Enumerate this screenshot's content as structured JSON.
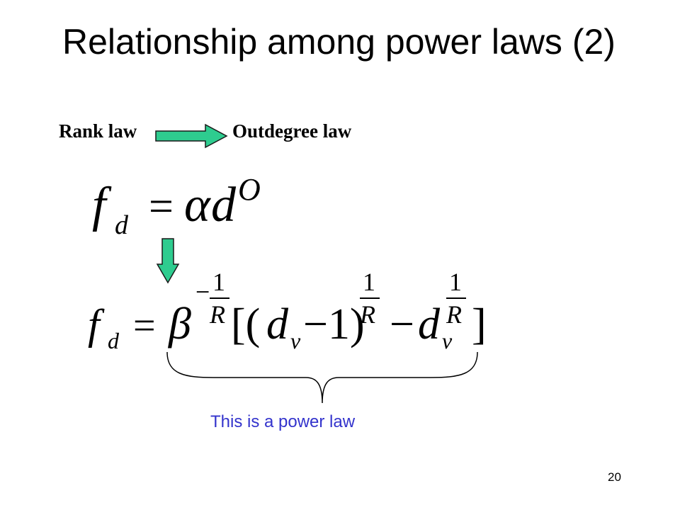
{
  "slide": {
    "title": "Relationship among power laws (2)",
    "page_number": "20"
  },
  "flow": {
    "from_label": "Rank law",
    "to_label": "Outdegree law"
  },
  "equations": {
    "eq1": {
      "f": "f",
      "f_sub": "d",
      "equals": "=",
      "alpha": "α",
      "d": "d",
      "exponent": "O"
    },
    "eq2": {
      "f": "f",
      "f_sub": "d",
      "equals": "=",
      "beta": "β",
      "beta_exp_sign": "−",
      "beta_exp_num": "1",
      "beta_exp_den": "R",
      "open_brackets": "[(",
      "d1": "d",
      "d1_sub": "v",
      "minus_one": "−1)",
      "term1_exp_num": "1",
      "term1_exp_den": "R",
      "minus": "−",
      "d2": "d",
      "d2_sub": "v",
      "term2_exp_num": "1",
      "term2_exp_den": "R",
      "close_bracket": "]"
    }
  },
  "annotation": {
    "caption": "This is a power law"
  },
  "colors": {
    "arrow_fill": "#2ecc8f",
    "arrow_stroke": "#1a1a1a",
    "caption": "#3333cc"
  }
}
